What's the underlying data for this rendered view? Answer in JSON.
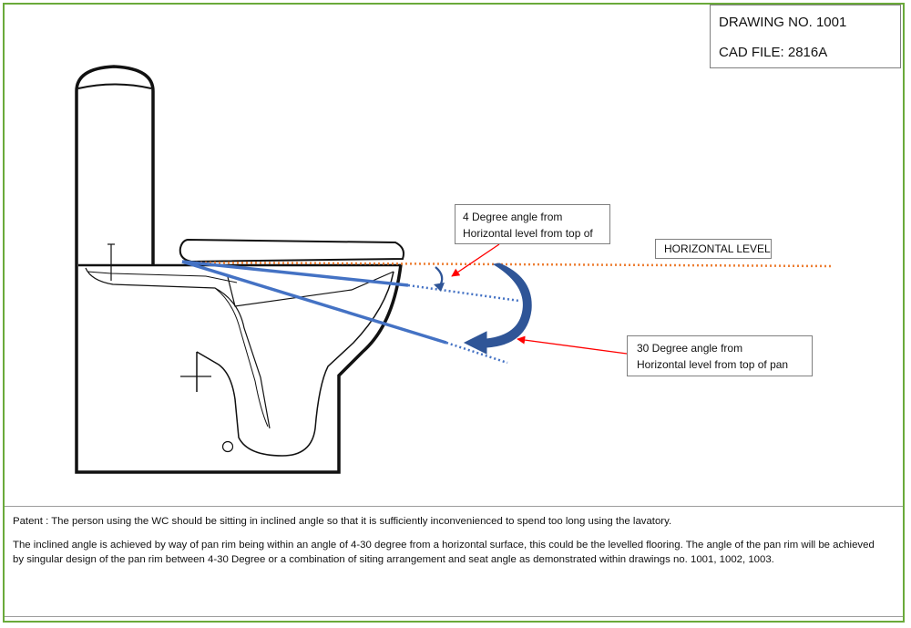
{
  "title_block": {
    "drawing_no": "DRAWING NO. 1001",
    "cad_file": "CAD FILE: 2816A"
  },
  "callouts": {
    "angle_4": {
      "line1": "4 Degree angle from",
      "line2": "Horizontal level from top of"
    },
    "angle_30": {
      "line1": "30 Degree angle from",
      "line2": "Horizontal level from top of pan"
    },
    "horizontal": "HORIZONTAL LEVEL"
  },
  "colors": {
    "frame": "#6aaa3a",
    "angle_line": "#4472c4",
    "horizontal_line": "#ed7d31",
    "arrow": "#ff0000",
    "curved_arrow": "#2f5597"
  },
  "notes": {
    "patent": "Patent : The person using the WC should be sitting in inclined angle so that it is sufficiently inconvenienced to spend too long using the lavatory.",
    "description": "The inclined angle is achieved by way of pan rim being within an angle of 4-30 degree from a horizontal surface, this could be the levelled flooring. The angle of the pan rim will be achieved by singular design of the pan rim between 4-30 Degree or a combination of siting arrangement and seat angle as demonstrated within drawings no. 1001, 1002, 1003."
  }
}
